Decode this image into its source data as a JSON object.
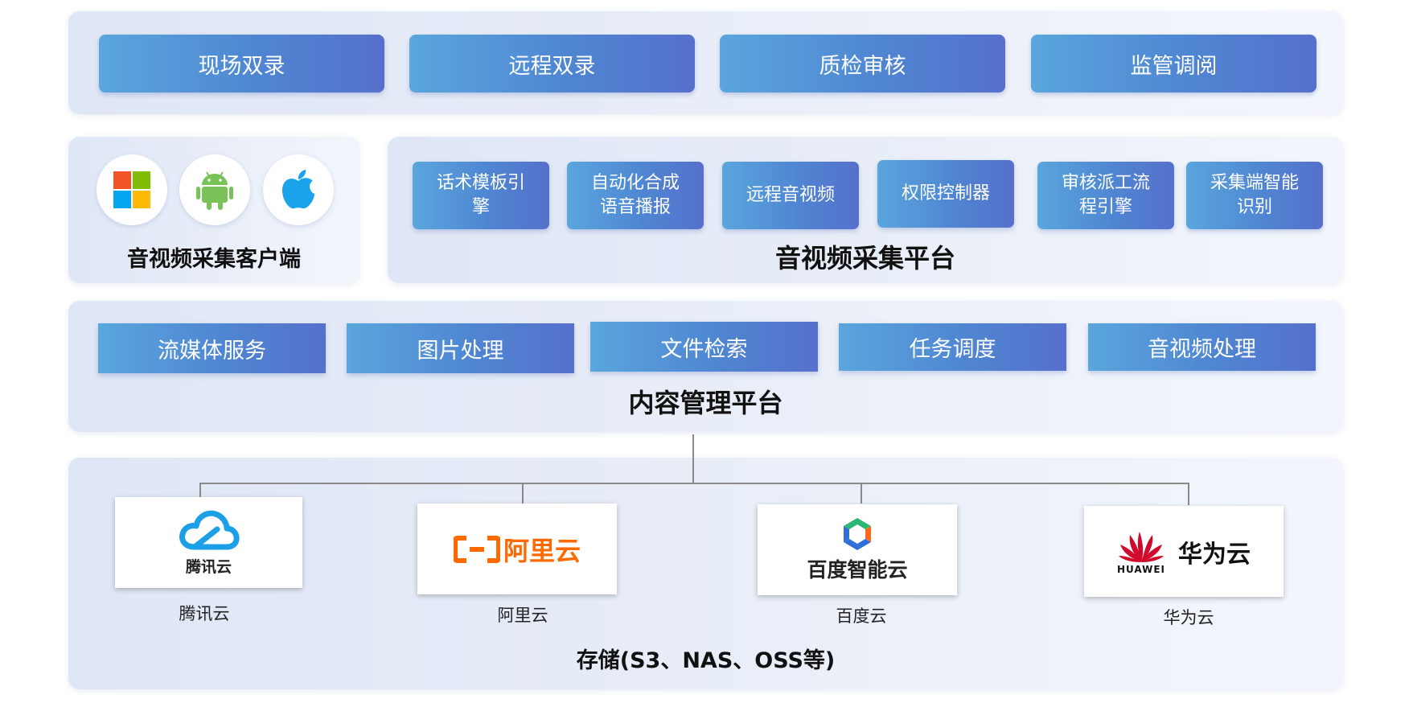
{
  "top_row": {
    "items": [
      "现场双录",
      "远程双录",
      "质检审核",
      "监管调阅"
    ]
  },
  "client": {
    "title": "音视频采集客户端",
    "icons": [
      "windows-icon",
      "android-icon",
      "apple-icon"
    ]
  },
  "capture_platform": {
    "title": "音视频采集平台",
    "items": [
      {
        "line1": "话术模板引",
        "line2": "擎"
      },
      {
        "line1": "自动化合成",
        "line2": "语音播报"
      },
      {
        "line1": "远程音视频",
        "line2": ""
      },
      {
        "line1": "权限控制器",
        "line2": ""
      },
      {
        "line1": "审核派工流",
        "line2": "程引擎"
      },
      {
        "line1": "采集端智能",
        "line2": "识别"
      }
    ]
  },
  "content_platform": {
    "title": "内容管理平台",
    "items": [
      "流媒体服务",
      "图片处理",
      "文件检索",
      "任务调度",
      "音视频处理"
    ]
  },
  "storage": {
    "title": "存储(S3、NAS、OSS等)",
    "providers": [
      {
        "logo_text": "腾讯云",
        "label": "腾讯云"
      },
      {
        "logo_text": "阿里云",
        "label": "阿里云"
      },
      {
        "logo_text": "百度智能云",
        "label": "百度云"
      },
      {
        "logo_text": "华为云",
        "logo_subtext": "HUAWEI",
        "label": "华为云"
      }
    ]
  },
  "colors": {
    "button_gradient_start": "#5aa6dd",
    "button_gradient_end": "#5670cc",
    "panel_bg": "#e6ecf7",
    "aliyun_orange": "#ff6a00",
    "huawei_red": "#cf0a2c",
    "tencent_blue": "#1ba0e8"
  }
}
